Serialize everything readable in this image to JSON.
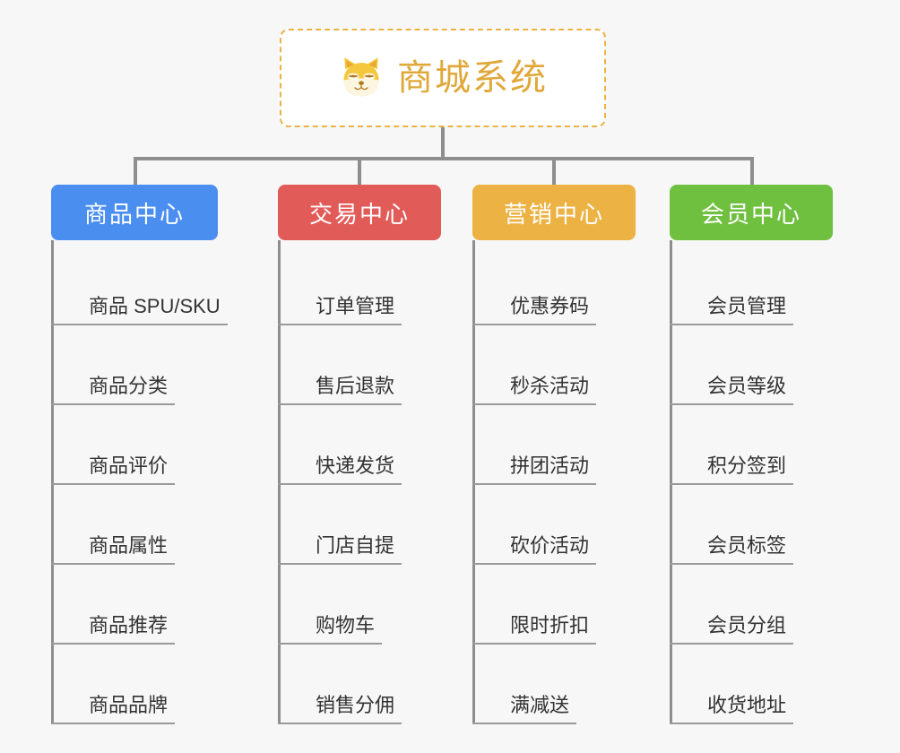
{
  "root": {
    "title": "商城系统",
    "icon": "shiba-dog-icon",
    "title_color": "#e0a83a",
    "border_color": "#edb244"
  },
  "connector_color": "#8e8e8e",
  "columns": [
    {
      "title": "商品中心",
      "color": "#4a8ef0",
      "items": [
        "商品 SPU/SKU",
        "商品分类",
        "商品评价",
        "商品属性",
        "商品推荐",
        "商品品牌"
      ]
    },
    {
      "title": "交易中心",
      "color": "#e15b59",
      "items": [
        "订单管理",
        "售后退款",
        "快递发货",
        "门店自提",
        "购物车",
        "销售分佣"
      ]
    },
    {
      "title": "营销中心",
      "color": "#edb244",
      "items": [
        "优惠券码",
        "秒杀活动",
        "拼团活动",
        "砍价活动",
        "限时折扣",
        "满减送"
      ]
    },
    {
      "title": "会员中心",
      "color": "#70c040",
      "items": [
        "会员管理",
        "会员等级",
        "积分签到",
        "会员标签",
        "会员分组",
        "收货地址"
      ]
    }
  ]
}
